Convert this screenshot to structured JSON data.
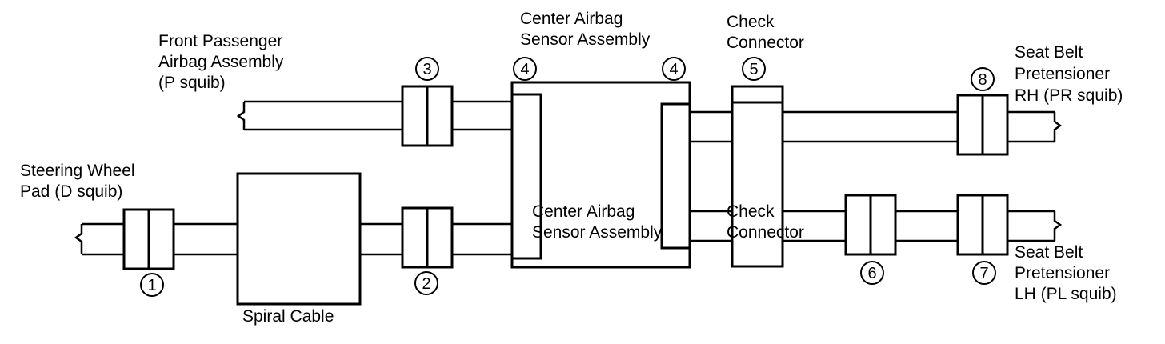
{
  "labels": {
    "front_passenger_line1": "Front Passenger",
    "front_passenger_line2": "Airbag Assembly",
    "front_passenger_line3": "(P squib)",
    "steering_line1": "Steering Wheel",
    "steering_line2": "Pad (D squib)",
    "spiral_cable": "Spiral Cable",
    "center_line1": "Center Airbag",
    "center_line2": "Sensor Assembly",
    "check_line1": "Check",
    "check_line2": "Connector",
    "rh_line1": "Seat Belt",
    "rh_line2": "Pretensioner",
    "rh_line3": "RH (PR squib)",
    "lh_line1": "Seat Belt",
    "lh_line2": "Pretensioner",
    "lh_line3": "LH (PL squib)"
  },
  "connectors": {
    "c1": "1",
    "c2": "2",
    "c3": "3",
    "c4a": "4",
    "c4b": "4",
    "c5": "5",
    "c6": "6",
    "c7": "7",
    "c8": "8"
  }
}
